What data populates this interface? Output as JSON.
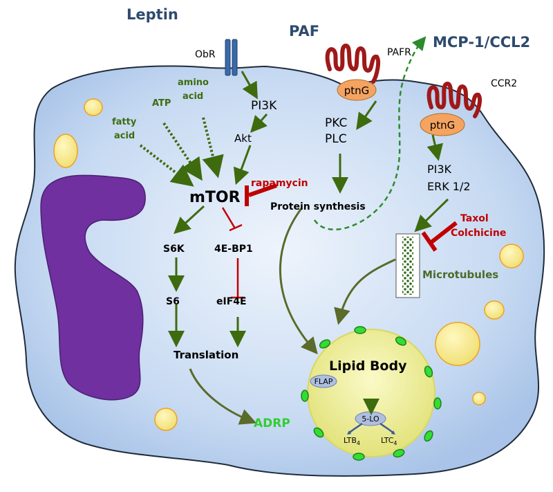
{
  "labels": {
    "leptin": "Leptin",
    "paf": "PAF",
    "mcp1": "MCP-1/CCL2",
    "obr": "ObR",
    "pafr": "PAFR",
    "ccr2": "CCR2",
    "ptng1": "ptnG",
    "ptng2": "ptnG",
    "amino1": "amino",
    "amino2": "acid",
    "atp": "ATP",
    "fatty1": "fatty",
    "fatty2": "acid",
    "pi3k_left": "PI3K",
    "akt": "Akt",
    "mtor": "mTOR",
    "rapamycin": "rapamycin",
    "pkc": "PKC",
    "plc": "PLC",
    "protein_synthesis": "Protein synthesis",
    "pi3k_right": "PI3K",
    "erk": "ERK 1/2",
    "taxol": "Taxol",
    "colchicine": "Colchicine",
    "microtubules": "Microtubules",
    "s6k": "S6K",
    "ebp1": "4E-BP1",
    "s6": "S6",
    "eif4e": "eIF4E",
    "translation": "Translation",
    "adrp": "ADRP",
    "lipid_body": "Lipid Body",
    "flap": "FLAP",
    "lo5": "5-LO",
    "ltb": "LTB",
    "ltb_sub": "4",
    "ltc": "LTC",
    "ltc_sub": "4"
  },
  "colors": {
    "cell_fill": "#bcd3ef",
    "cell_edge": "#1f2b3a",
    "nucleus": "#7030a0",
    "green_arrow": "#3e6b0e",
    "inhibitor_red": "#c00000",
    "title_blue": "#2e4a6d",
    "lipid_body": "#eeee9a",
    "droplet": "#f5e98a",
    "droplet_edge": "#f0a020",
    "receptor_red": "#a01818",
    "ptng_fill": "#f4a460",
    "adrp_green": "#33cc33"
  }
}
